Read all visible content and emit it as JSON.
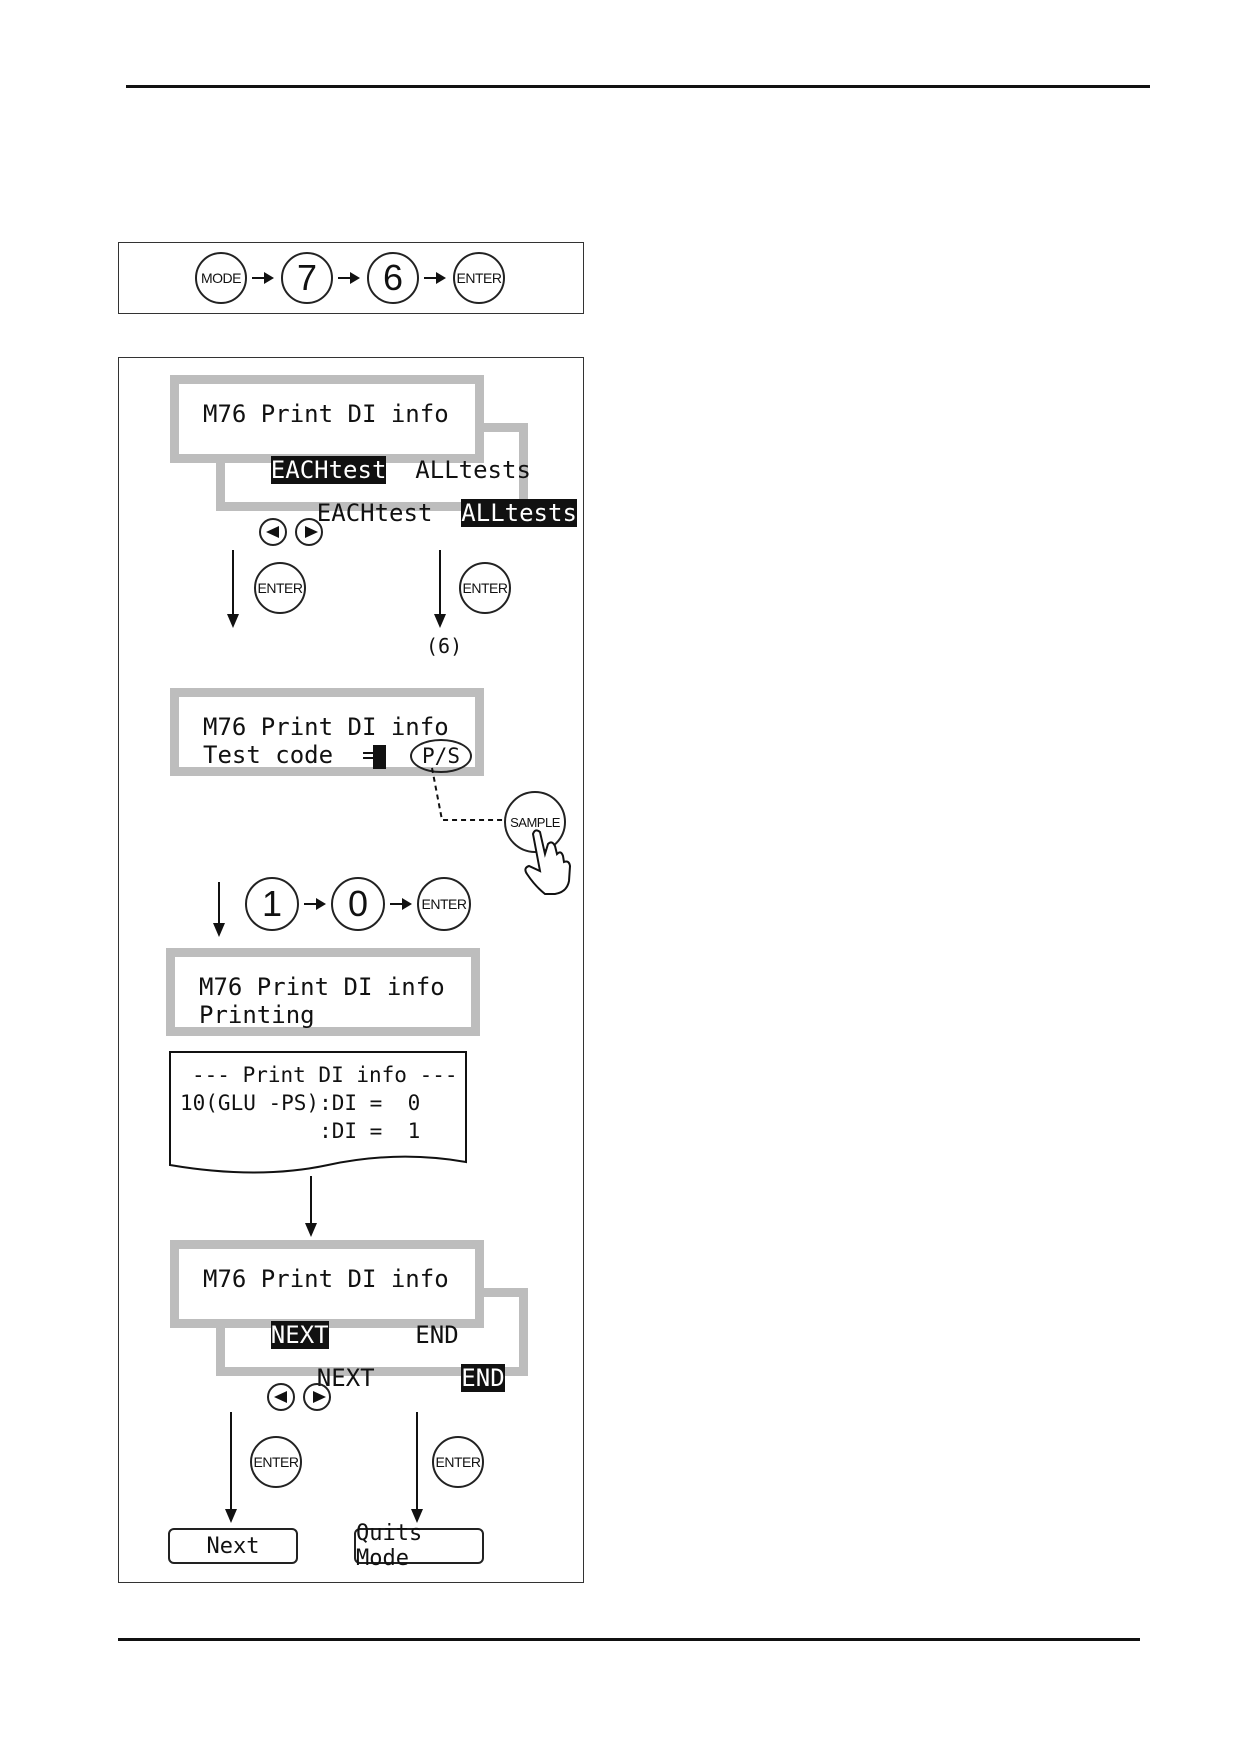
{
  "key_sequence": {
    "mode": "MODE",
    "seven": "7",
    "six": "6",
    "enter": "ENTER"
  },
  "screen1": {
    "line1": "M76 Print DI info",
    "opt1": "EACHtest",
    "opt2": "ALLtests"
  },
  "screen1b": {
    "opt1": "EACHtest",
    "opt2": "ALLtests"
  },
  "enter_label": "ENTER",
  "ref_label": "(6)",
  "screen2": {
    "line1": "M76 Print DI info",
    "line2": "Test code  = ",
    "ps": "P/S"
  },
  "sample_label": "SAMPLE",
  "key_sequence2": {
    "one": "1",
    "zero": "0",
    "enter": "ENTER"
  },
  "screen3": {
    "line1": "M76 Print DI info",
    "line2": "Printing"
  },
  "printout": {
    "line1": "--- Print DI info ---",
    "line2": "10(GLU -PS):DI =  0",
    "line3": "           :DI =  1"
  },
  "screen4": {
    "line1": "M76 Print DI info",
    "opt1": "NEXT",
    "opt2": "END"
  },
  "screen4b": {
    "opt1": "NEXT",
    "opt2": "END"
  },
  "results": {
    "next": "Next",
    "quit": "Quits Mode"
  }
}
